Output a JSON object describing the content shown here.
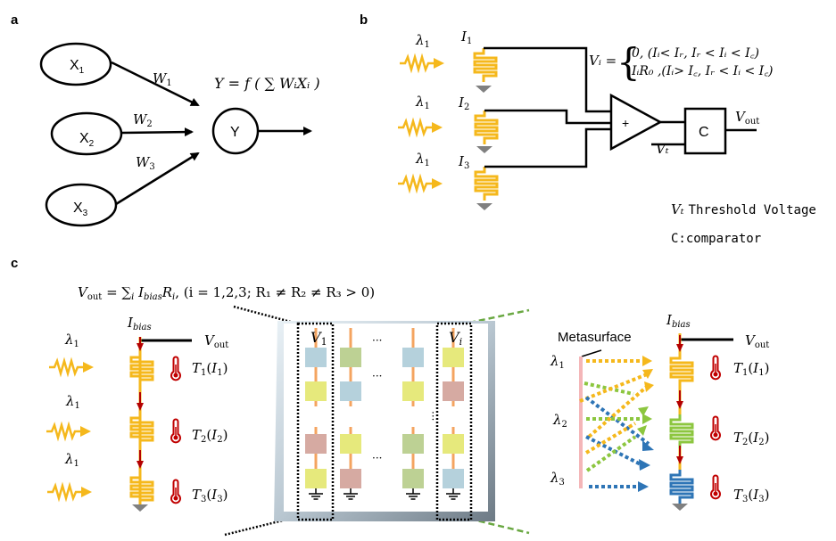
{
  "panels": {
    "a": {
      "label": "a",
      "inputs": [
        {
          "name": "X",
          "sub": "1"
        },
        {
          "name": "X",
          "sub": "2"
        },
        {
          "name": "X",
          "sub": "3"
        }
      ],
      "weights": [
        {
          "name": "W",
          "sub": "1"
        },
        {
          "name": "W",
          "sub": "2"
        },
        {
          "name": "W",
          "sub": "3"
        }
      ],
      "output_node": "Y",
      "equation": "Y = f ( ∑ WᵢXᵢ )"
    },
    "b": {
      "label": "b",
      "channels": [
        {
          "wavelength": "λ",
          "wavelength_sub": "1",
          "current": "I",
          "current_sub": "1"
        },
        {
          "wavelength": "λ",
          "wavelength_sub": "1",
          "current": "I",
          "current_sub": "2"
        },
        {
          "wavelength": "λ",
          "wavelength_sub": "1",
          "current": "I",
          "current_sub": "3"
        }
      ],
      "vi_lhs": "Vᵢ =",
      "vi_case1": "0,   (Iᵢ< Iᵣ,  Iᵣ < Iᵢ < I꜀)",
      "vi_case2": "IᵢR₀ ,(Iᵢ> I꜀, Iᵣ < Iᵢ < I꜀)",
      "adder_symbol": "+",
      "comparator_symbol": "C",
      "threshold_label": "Vₜ",
      "output_label": "V",
      "output_sub": "out",
      "legend_threshold_symbol": "Vₜ",
      "legend_threshold_text": "Threshold Voltage",
      "legend_comparator": "C:comparator"
    },
    "c": {
      "label": "c",
      "equation": "V_out = ∑ᵢ I_bias Rᵢ,  (i = 1,2,3; R₁ ≠ R₂ ≠ R₃ > 0)",
      "equation_parts": {
        "v": "V",
        "out": "out",
        "eq": " = ∑",
        "i": "i",
        "ibias": " I",
        "bias": "bias",
        "r": "R",
        "ri": "i",
        "cond": ",   (i = 1,2,3; R₁ ≠ R₂ ≠ R₃ > 0)"
      },
      "left": {
        "bias_label": "I",
        "bias_sub": "bias",
        "output_label": "V",
        "output_sub": "out",
        "wavelengths": [
          {
            "name": "λ",
            "sub": "1"
          },
          {
            "name": "λ",
            "sub": "1"
          },
          {
            "name": "λ",
            "sub": "1"
          }
        ],
        "temps": [
          {
            "t": "T",
            "ts": "1",
            "i": "I",
            "is": "1"
          },
          {
            "t": "T",
            "ts": "2",
            "i": "I",
            "is": "2"
          },
          {
            "t": "T",
            "ts": "3",
            "i": "I",
            "is": "3"
          }
        ]
      },
      "array": {
        "col_first_label": "V",
        "col_first_sub": "1",
        "col_last_label": "V",
        "col_last_sub": "i",
        "ellipsis": "···",
        "columns": [
          [
            "#b5d1dc",
            "#e6e97c",
            "#d6aaa2",
            "#e6e97c"
          ],
          [
            "#bdd194",
            "#b5d1dc",
            "#e6e97c",
            "#d6aaa2"
          ],
          [
            "#b5d1dc",
            "#e6e97c",
            "#bdd194",
            "#bdd194"
          ],
          [
            "#e6e97c",
            "#d6aaa2",
            "#e6e97c",
            "#b5d1dc"
          ]
        ]
      },
      "right": {
        "metasurface_label": "Metasurface",
        "bias_label": "I",
        "bias_sub": "bias",
        "output_label": "V",
        "output_sub": "out",
        "wavelengths": [
          {
            "name": "λ",
            "sub": "1"
          },
          {
            "name": "λ",
            "sub": "2"
          },
          {
            "name": "λ",
            "sub": "3"
          }
        ],
        "temps": [
          {
            "t": "T",
            "ts": "1",
            "i": "I",
            "is": "1"
          },
          {
            "t": "T",
            "ts": "2",
            "i": "I",
            "is": "2"
          },
          {
            "t": "T",
            "ts": "3",
            "i": "I",
            "is": "3"
          }
        ]
      }
    }
  },
  "colors": {
    "detector_yellow": "#f5b81c",
    "detector_green": "#8cc63f",
    "detector_blue": "#2e75b6",
    "arrow_red": "#b40000",
    "thermometer": "#c00000",
    "ground": "#808080",
    "metasurface": "#f4b6b8",
    "zoom_black": "#000000",
    "zoom_green": "#6aa842",
    "wire_orange": "#f4a460"
  }
}
